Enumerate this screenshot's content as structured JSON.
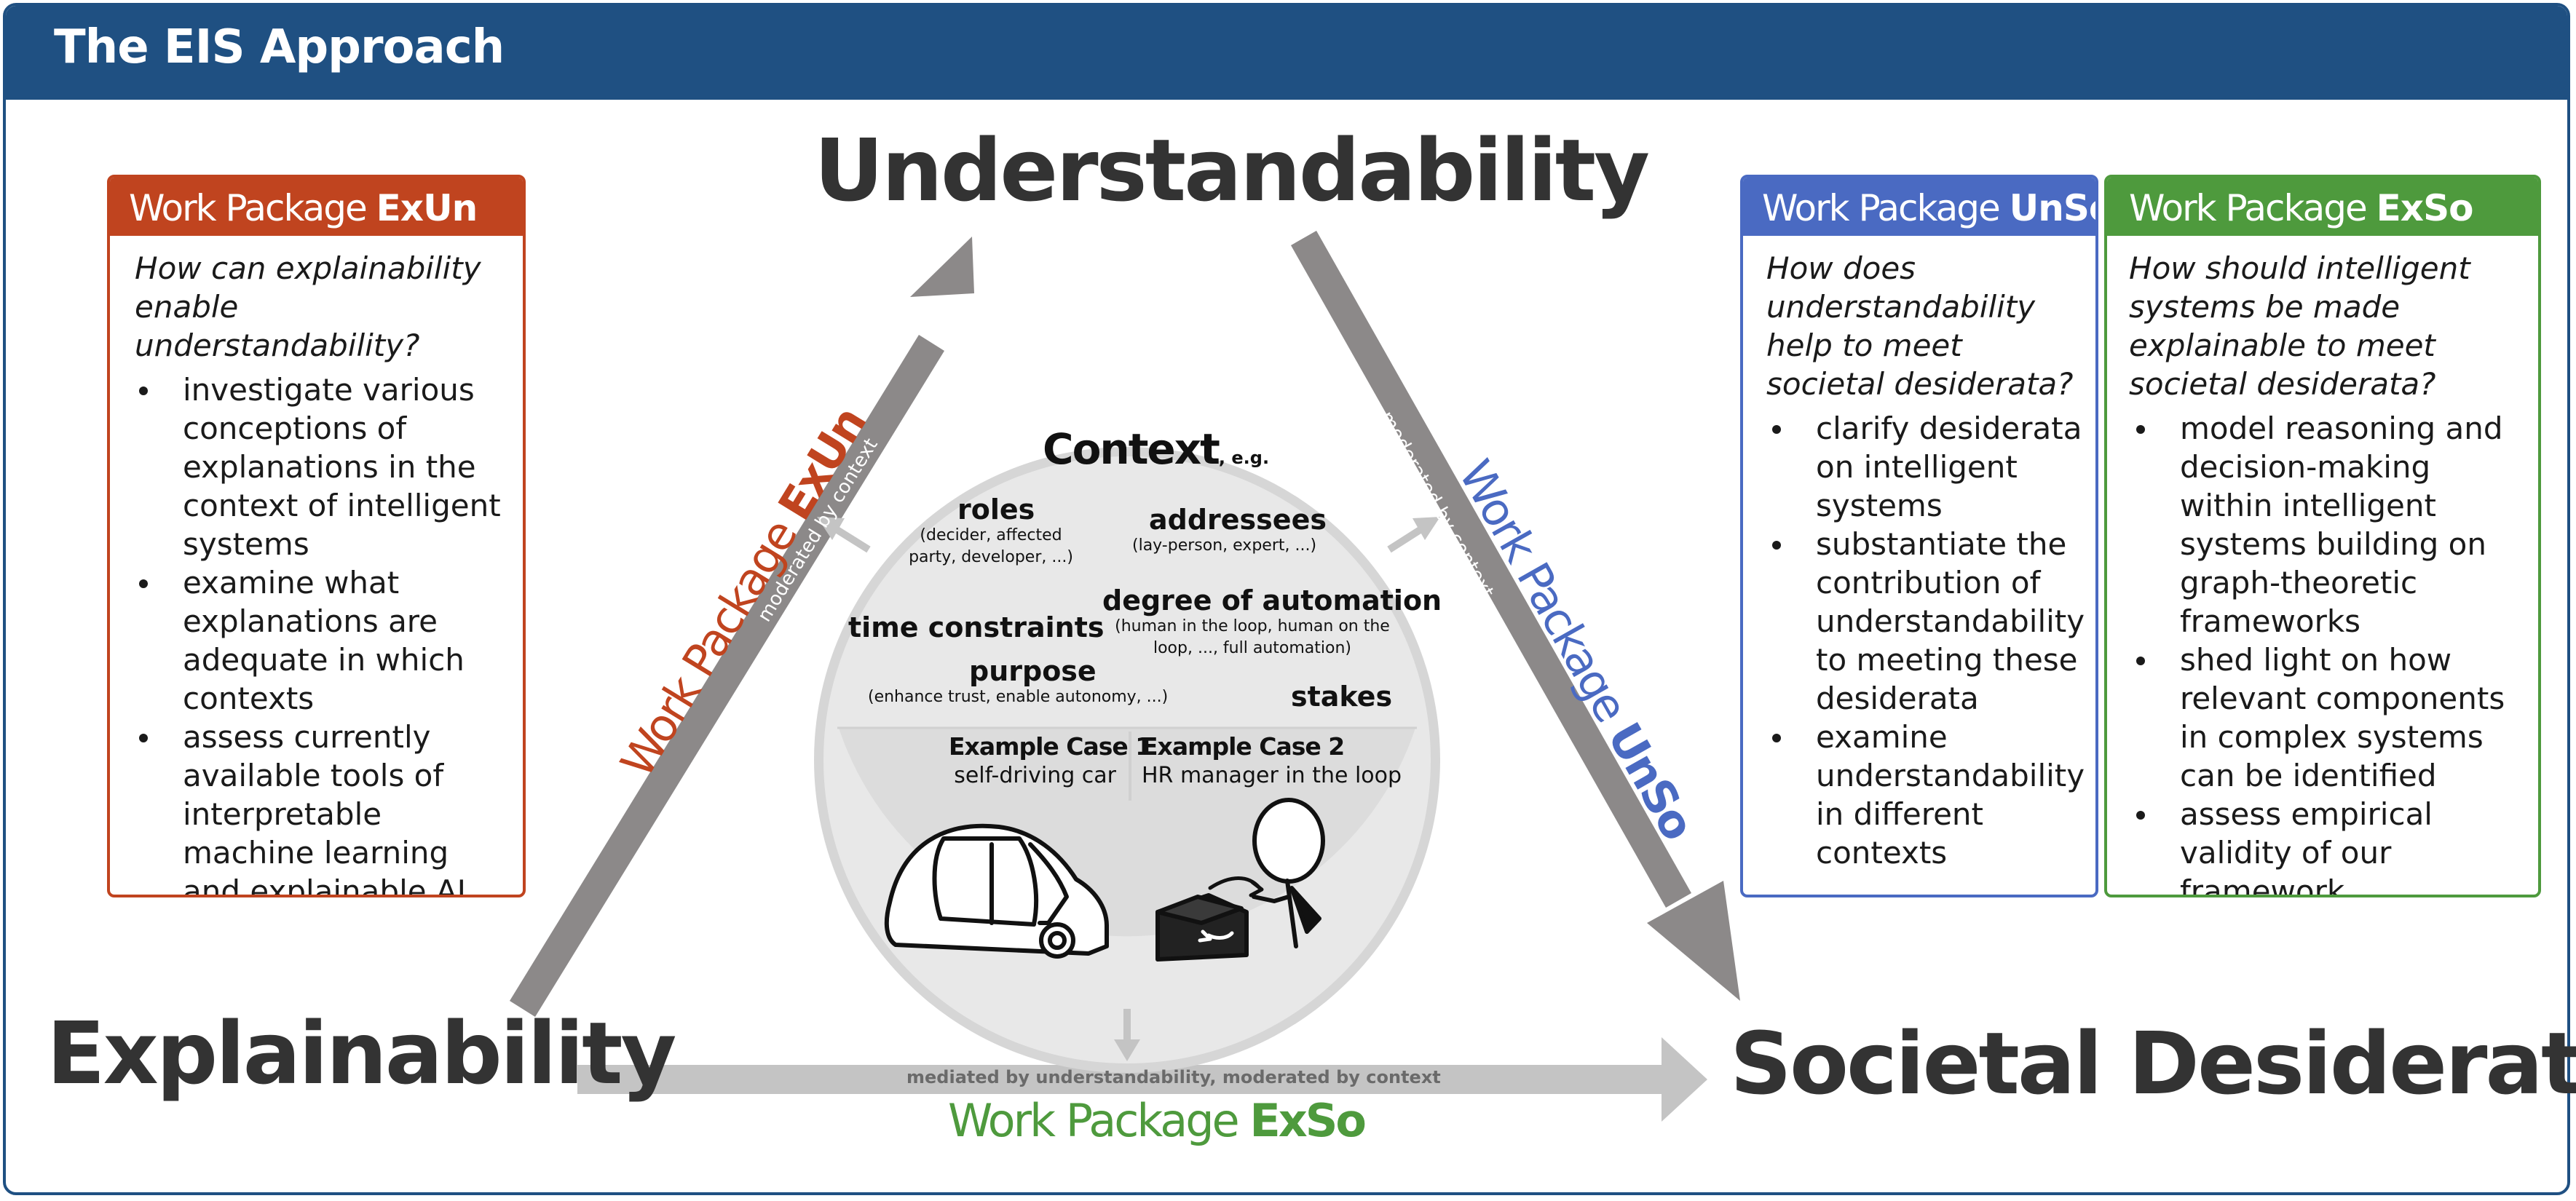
{
  "title": "The EIS Approach",
  "colors": {
    "header": "#1f5082",
    "exun": "#c0441f",
    "unso": "#4a6ac2",
    "exso": "#4e9a3d",
    "arrow": "#8c8989",
    "arrow_light": "#c4c4c4",
    "context_circle": "#e8e8e8"
  },
  "nodes": {
    "understandability": "Understandability",
    "explainability": "Explainability",
    "societal": "Societal Desiderata"
  },
  "work_packages": {
    "exun": {
      "prefix": "Work Package ",
      "code": "ExUn",
      "question": "How can explainability enable understandability?",
      "bullets": [
        "investigate various conceptions of explanations in the context of intelligent systems",
        "examine what explanations are adequate in which contexts",
        "assess currently available tools of interpretable machine learning and explainable AI"
      ]
    },
    "unso": {
      "prefix": "Work Package ",
      "code": "UnSo",
      "question": "How does understandability help to meet societal desiderata?",
      "bullets": [
        "clarify desiderata on intelligent systems",
        "substantiate the contribution of understandability to meeting these desiderata",
        "examine understandability in different contexts"
      ]
    },
    "exso": {
      "prefix": "Work Package ",
      "code": "ExSo",
      "question": "How should intelligent systems be made explainable to meet societal desiderata?",
      "bullets": [
        "model reasoning and decision-making within intelligent systems building on graph-theoretic frameworks",
        "shed light on how relevant components in complex systems can be identified",
        "assess empirical validity of our framework"
      ]
    }
  },
  "arrows": {
    "left_moderated": "moderated by context",
    "right_moderated": "moderated by context",
    "bottom_mediated": "mediated by understandability, moderated by context"
  },
  "context": {
    "title": "Context",
    "title_suffix": ", e.g.",
    "roles": "roles",
    "roles_detail": [
      "(decider, affected",
      "party, developer, ...)"
    ],
    "addressees": "addressees",
    "addressees_detail": "(lay-person, expert, ...)",
    "degree": "degree of automation",
    "degree_detail": [
      "(human in the loop, human on the",
      "loop, ..., full automation)"
    ],
    "time": "time constraints",
    "purpose": "purpose",
    "purpose_detail": "(enhance trust, enable autonomy, ...)",
    "stakes": "stakes",
    "case1_title": "Example Case 1",
    "case1_desc": "self-driving car",
    "case2_title": "Example Case 2",
    "case2_desc": "HR manager in the loop"
  }
}
